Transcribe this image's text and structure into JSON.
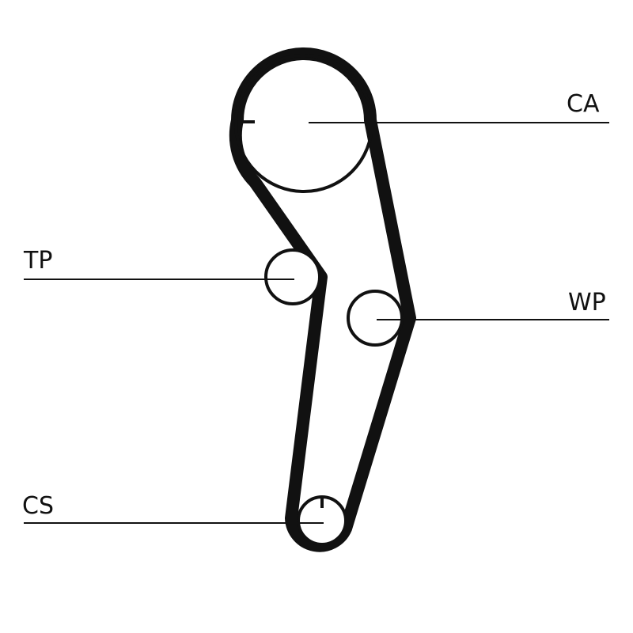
{
  "labels": {
    "camshaft": "CA",
    "tensioner_pulley": "TP",
    "water_pump": "WP",
    "crankshaft": "CS"
  },
  "colors": {
    "belt": "#111111",
    "line": "#111111",
    "background": "#ffffff"
  }
}
